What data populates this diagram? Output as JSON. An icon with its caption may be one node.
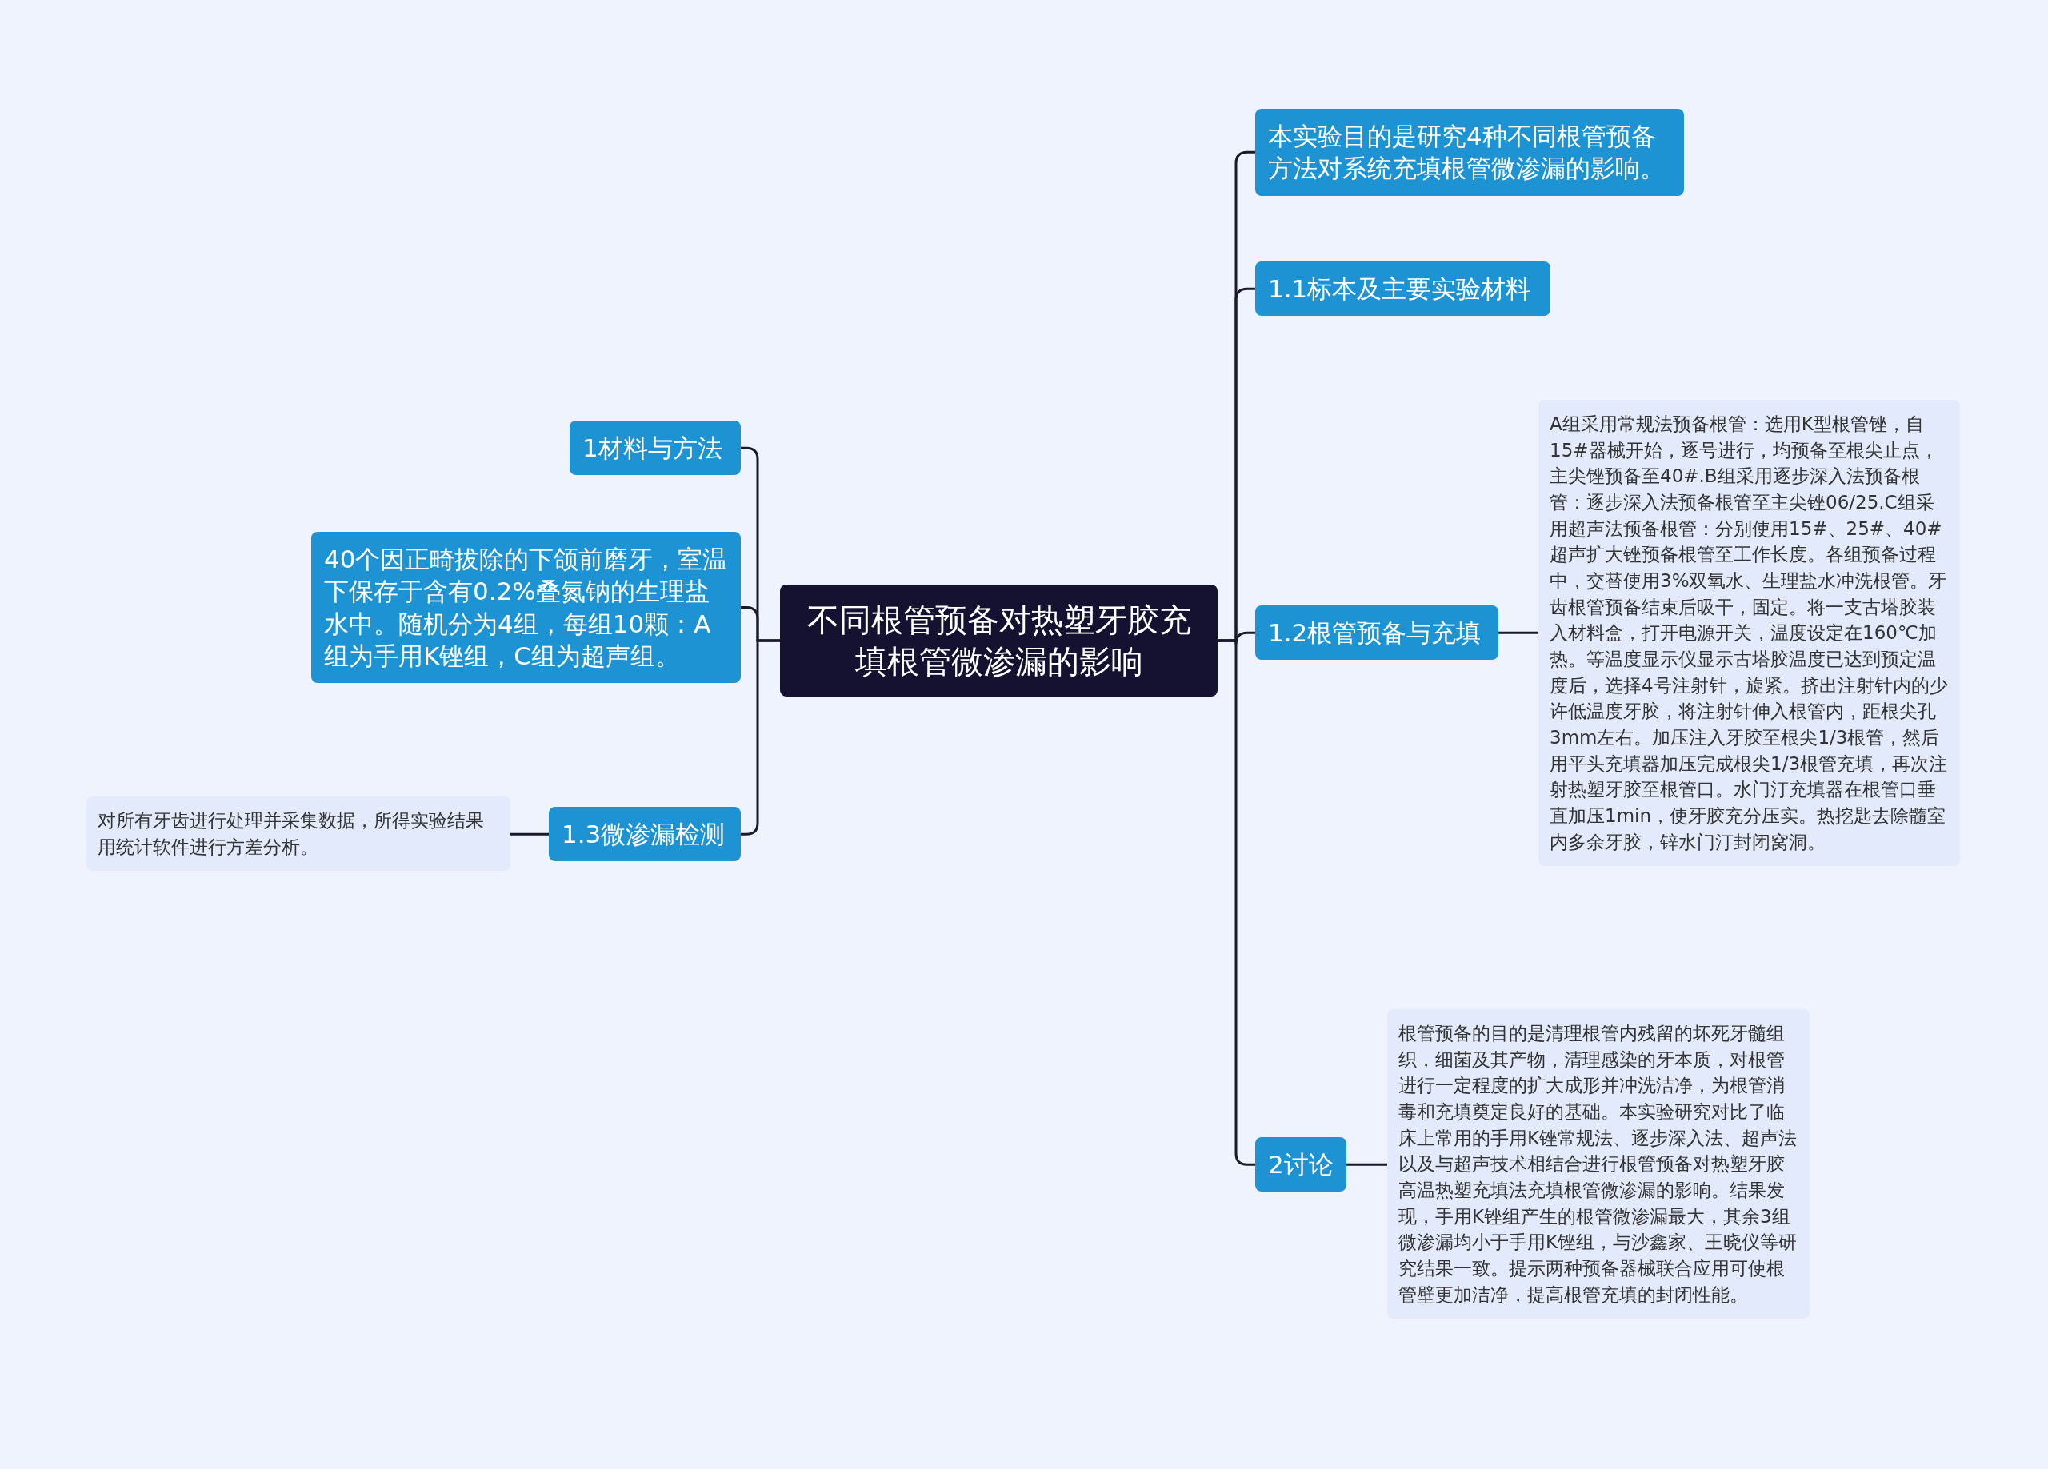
{
  "diagram": {
    "nodes": [
      {
        "text": [
          "不同根管预备对热塑牙胶充填根管微渗漏的影响"
        ]
      },
      {
        "text": [
          "1材料与方法"
        ]
      },
      {
        "text": [
          "40个因正畸拔除的下颌前磨牙，室温下保存于含有0.2%叠氮钠的生理盐水中。随机分为4组，每组10颗：A组为手用K锉组，C组为超声组。"
        ]
      },
      {
        "text": [
          "1.3微渗漏检测"
        ]
      },
      {
        "text": [
          "对所有牙齿进行处理并采集数据，所得实验结果用统计软件进行方差分析。"
        ]
      },
      {
        "text": [
          "本实验目的是研究4种不同根管预备方法对系统充填根管微渗漏的影响。"
        ]
      },
      {
        "text": [
          "1.1标本及主要实验材料"
        ]
      },
      {
        "text": [
          "1.2根管预备与充填"
        ]
      },
      {
        "text": [
          "A组采用常规法预备根管：选用K型根管锉，自15#器械开始，逐号进行，均预备至根尖止点，主尖锉预备至40#.B组采用逐步深入法预备根管：逐步深入法预备根管至主尖锉06/25.C组采用超声法预备根管：分别使用15#、25#、40#超声扩大锉预备根管至工作长度。各组预备过程中，交替使用3%双氧水、生理盐水冲洗根管。牙齿根管预备结束后吸干，固定。将一支古塔胶装入材料盒，打开电源开关，温度设定在160℃加热。等温度显示仪显示古塔胶温度已达到预定温度后，选择4号注射针，旋紧。挤出注射针内的少许低温度牙胶，将注射针伸入根管内，距根尖孔3mm左右。加压注入牙胶至根尖1/3根管，然后用平头充填器加压完成根尖1/3根管充填，再次注射热塑牙胶至根管口。水门汀充填器在根管口垂直加压1min，使牙胶充分压实。热挖匙去除髓室内多余牙胶，锌水门汀封闭窝洞。"
        ]
      },
      {
        "text": [
          "2讨论"
        ]
      },
      {
        "text": [
          "根管预备的目的是清理根管内残留的坏死牙髓组织，细菌及其产物，清理感染的牙本质，对根管进行一定程度的扩大成形并冲洗洁净，为根管消毒和充填奠定良好的基础。本实验研究对比了临床上常用的手用K锉常规法、逐步深入法、超声法以及与超声技术相结合进行根管预备对热塑牙胶高温热塑充填法充填根管微渗漏的影响。结果发现，手用K锉组产生的根管微渗漏最大，其余3组微渗漏均小于手用K锉组，与沙鑫家、王晓仪等研究结果一致。提示两种预备器械联合应用可使根管壁更加洁净，提高根管充填的封闭性能。"
        ]
      }
    ],
    "edges": [
      {
        "from": 0,
        "to": 1,
        "arrow": "none"
      },
      {
        "from": 0,
        "to": 2,
        "arrow": "none"
      },
      {
        "from": 0,
        "to": 3,
        "arrow": "none"
      },
      {
        "from": 3,
        "to": 4,
        "arrow": "none"
      },
      {
        "from": 0,
        "to": 5,
        "arrow": "none"
      },
      {
        "from": 0,
        "to": 6,
        "arrow": "none"
      },
      {
        "from": 0,
        "to": 7,
        "arrow": "none"
      },
      {
        "from": 7,
        "to": 8,
        "arrow": "none"
      },
      {
        "from": 0,
        "to": 9,
        "arrow": "none"
      },
      {
        "from": 9,
        "to": 10,
        "arrow": "none"
      }
    ]
  }
}
